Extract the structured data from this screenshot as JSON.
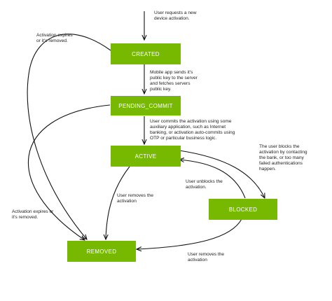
{
  "colors": {
    "state_fill": "#76b900",
    "state_text": "#ffffff",
    "edge": "#111111",
    "background": "#ffffff"
  },
  "states": {
    "created": "CREATED",
    "pending_commit": "PENDING_COMMIT",
    "active": "ACTIVE",
    "blocked": "BLOCKED",
    "removed": "REMOVED"
  },
  "notes": {
    "request": "User requests a new\ndevice activation.",
    "expire_top": "Activation expires\nor it's removed.",
    "send_key": "Mobile app sends it's\npublic key to the server\nand fetches servers\npublic key.",
    "commit": "User commits the activation using some\nauxiliary application, such as Internet\nbanking, or activation auto-commits using\nOTP or particular business logic.",
    "block": "The user blocks the\nactivation by contacting\nthe bank, or too many\nfailed authentications\nhappen.",
    "unblock": "User unblocks the\nactivation.",
    "remove_active": "User removes the\nactivation",
    "expire_left": "Activation expires or\nit's removed.",
    "remove_blocked": "User removes the\nactivation"
  }
}
